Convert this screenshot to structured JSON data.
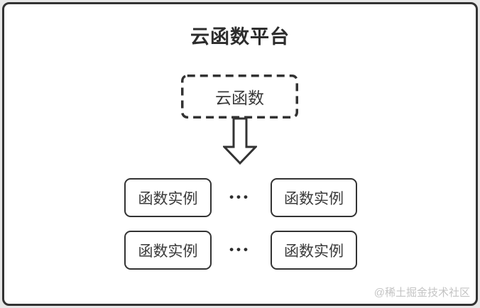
{
  "diagram": {
    "title": "云函数平台",
    "cloud_function": {
      "label": "云函数"
    },
    "rows": [
      {
        "left": "函数实例",
        "dots": "•••",
        "right": "函数实例"
      },
      {
        "left": "函数实例",
        "dots": "•••",
        "right": "函数实例"
      }
    ],
    "watermark": "@稀土掘金技术社区",
    "colors": {
      "line": "#333333",
      "text": "#3a3a3a",
      "title_text": "#2d2d2d",
      "watermark_text": "#c4c4c4",
      "canvas_background": "#ffffff",
      "page_background": "#e8e8e8"
    }
  }
}
